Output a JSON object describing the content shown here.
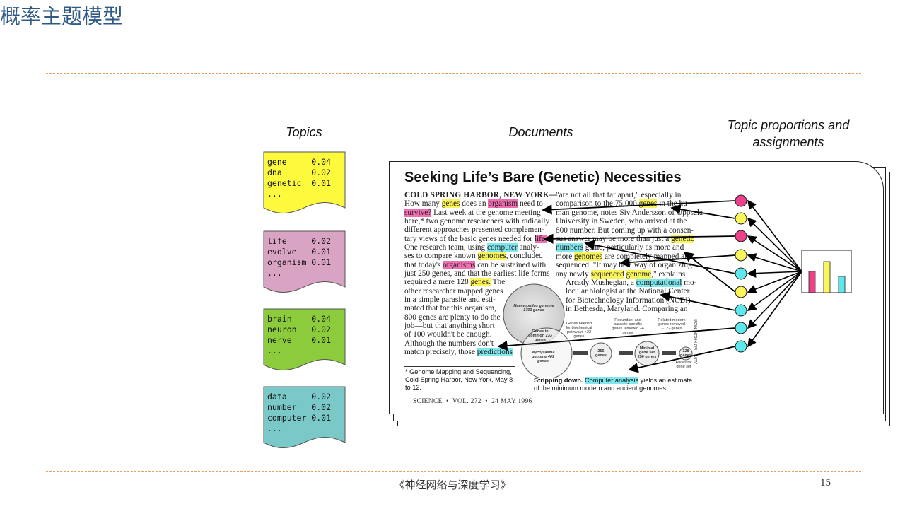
{
  "slide": {
    "title": "概率主题模型",
    "footer": "《神经网络与深度学习》",
    "page_number": "15"
  },
  "headers": {
    "topics": "Topics",
    "documents": "Documents",
    "proportions": "Topic proportions and assignments"
  },
  "topics": [
    {
      "color": "#fdf93c",
      "text": "gene     0.04\ndna      0.02\ngenetic  0.01\n..."
    },
    {
      "color": "#d9a3c4",
      "text": "life     0.02\nevolve   0.01\norganism 0.01\n..."
    },
    {
      "color": "#8ccc3c",
      "text": "brain    0.04\nneuron   0.02\nnerve    0.01\n..."
    },
    {
      "color": "#7ac8c8",
      "text": "data     0.02\nnumber   0.02\ncomputer 0.01\n..."
    }
  ],
  "article": {
    "headline": "Seeking Life’s Bare (Genetic) Necessities",
    "left_lines": [
      [
        [
          "COLD SPRING HARBOR, NEW YORK—",
          "sc"
        ]
      ],
      [
        [
          "How many ",
          ""
        ],
        [
          "genes",
          "y"
        ],
        [
          " does an ",
          ""
        ],
        [
          "organism",
          "p"
        ],
        [
          " need to",
          ""
        ]
      ],
      [
        [
          "survive?",
          "p"
        ],
        [
          " Last week at the genome meeting",
          ""
        ]
      ],
      [
        [
          "here,* two genome researchers with radically",
          ""
        ]
      ],
      [
        [
          "different approaches presented complemen-",
          ""
        ]
      ],
      [
        [
          "tary views of the basic genes needed for ",
          ""
        ],
        [
          "life.",
          "p"
        ]
      ],
      [
        [
          "One research team, using ",
          ""
        ],
        [
          "computer",
          "c"
        ],
        [
          " analy-",
          ""
        ]
      ],
      [
        [
          "ses to compare known ",
          ""
        ],
        [
          "genomes",
          "y"
        ],
        [
          ", concluded",
          ""
        ]
      ],
      [
        [
          "that today's ",
          ""
        ],
        [
          "organisms",
          "p"
        ],
        [
          " can be sustained with",
          ""
        ]
      ],
      [
        [
          "just 250 genes, and that the earliest life forms",
          ""
        ]
      ],
      [
        [
          "required a mere 128 ",
          ""
        ],
        [
          "genes.",
          "y"
        ],
        [
          " The",
          ""
        ]
      ],
      [
        [
          "other researcher mapped genes",
          ""
        ]
      ],
      [
        [
          "in a simple parasite and esti-",
          ""
        ]
      ],
      [
        [
          "mated that for this organism,",
          ""
        ]
      ],
      [
        [
          "800 genes are plenty to do the",
          ""
        ]
      ],
      [
        [
          "job—but that anything short",
          ""
        ]
      ],
      [
        [
          "of 100 wouldn't be enough.",
          ""
        ]
      ],
      [
        [
          "    Although the numbers don't",
          ""
        ]
      ],
      [
        [
          "match precisely, those ",
          ""
        ],
        [
          "predictions",
          "c"
        ]
      ]
    ],
    "right_lines": [
      [
        [
          "\"are not all that far apart,\" especially in",
          ""
        ]
      ],
      [
        [
          "comparison to the 75,000 ",
          ""
        ],
        [
          "genes",
          "y"
        ],
        [
          " in the hu-",
          ""
        ]
      ],
      [
        [
          "man genome, notes Siv Andersson of Uppsala",
          ""
        ]
      ],
      [
        [
          "University in Sweden, who arrived at the",
          ""
        ]
      ],
      [
        [
          "800 number. But coming up with a consen-",
          ""
        ]
      ],
      [
        [
          "sus answer may be more than just a ",
          ""
        ],
        [
          "genetic",
          "y"
        ]
      ],
      [
        [
          "numbers",
          "c"
        ],
        [
          " game, particularly as more and",
          ""
        ]
      ],
      [
        [
          "more ",
          ""
        ],
        [
          "genomes",
          "y"
        ],
        [
          " are completely mapped and",
          ""
        ]
      ],
      [
        [
          "sequenced. \"It may be a way of organizing",
          ""
        ]
      ],
      [
        [
          "any newly ",
          ""
        ],
        [
          "sequenced",
          "y"
        ],
        [
          " ",
          ""
        ],
        [
          "genome",
          "y"
        ],
        [
          ",\" explains",
          ""
        ]
      ],
      [
        [
          "Arcady Mushegian, a ",
          ""
        ],
        [
          "computational",
          "c"
        ],
        [
          " mo-",
          ""
        ]
      ],
      [
        [
          "lecular biologist at the National Center",
          ""
        ]
      ],
      [
        [
          "for Biotechnology Information (NCBI)",
          ""
        ]
      ],
      [
        [
          "in Bethesda, Maryland. Comparing an",
          ""
        ]
      ]
    ],
    "footnote": "* Genome Mapping and Sequencing, Cold Spring Harbor, New York, May 8 to 12.",
    "caption_bold": "Stripping down.",
    "caption_hl": "Computer analysis",
    "caption_rest": " yields an estimate of the minimum modern and ancient genomes.",
    "journal": "SCIENCE  •  VOL. 272  •  24 MAY 1996",
    "figure": {
      "haemophilus": "Haemophilus genome 1703 genes",
      "common": "Genes in common 233 genes",
      "mycoplasma": "Mycoplasma genome 469 genes",
      "needed": "Genes needed for biochemical pathways +22 genes",
      "g256": "256 genes",
      "redundant": "Redundant and parasite-specific genes removed −4 genes",
      "minimal": "Minimal gene set 250 genes",
      "related": "Related modern genes removed −122 genes",
      "g128": "128 genes",
      "ancestral": "Ancestral gene set",
      "credit": "ADAPTED FROM NCBI"
    }
  },
  "assignments": {
    "circle_colors": [
      "#ee3f8a",
      "#fbf55a",
      "#ee3f8a",
      "#fbf55a",
      "#5de8ee",
      "#fbf55a",
      "#5de8ee",
      "#5de8ee",
      "#5de8ee"
    ],
    "proportions": [
      {
        "color": "#ee3f8a",
        "value": 0.55
      },
      {
        "color": "#fbf55a",
        "value": 0.8
      },
      {
        "color": "#5de8ee",
        "value": 0.42
      }
    ]
  }
}
